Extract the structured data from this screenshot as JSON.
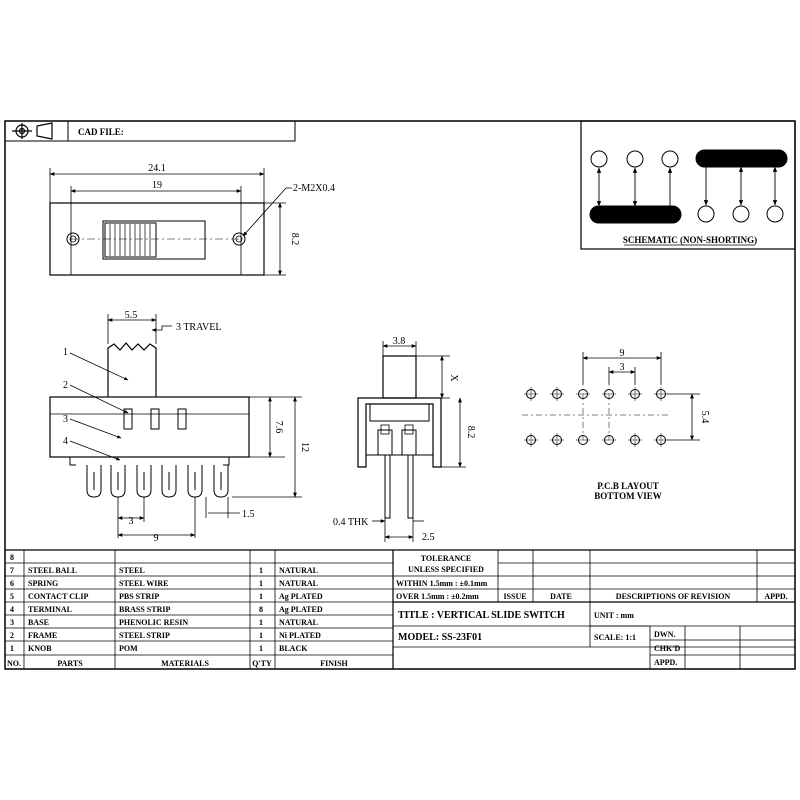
{
  "header": {
    "cad_file_label": "CAD FILE:"
  },
  "top_view": {
    "width_overall": "24.1",
    "width_holes": "19",
    "hole_callout": "2-M2X0.4",
    "height": "8.2"
  },
  "schematic": {
    "caption": "SCHEMATIC (NON-SHORTING)"
  },
  "side_view": {
    "knob_width": "5.5",
    "travel": "3 TRAVEL",
    "body_height": "7.6",
    "total_height": "12",
    "pitch": "3",
    "span": "9",
    "pin_dim": "1.5",
    "callouts": [
      "1",
      "2",
      "3",
      "4"
    ]
  },
  "end_view": {
    "knob_width": "3.8",
    "knob_x": "X",
    "height": "8.2",
    "thickness": "0.4 THK",
    "pin_span": "2.5"
  },
  "pcb": {
    "span": "9",
    "pitch": "3",
    "row_spacing": "5.4",
    "caption_line1": "P.C.B LAYOUT",
    "caption_line2": "BOTTOM VIEW"
  },
  "bom": {
    "headers": [
      "NO.",
      "PARTS",
      "MATERIALS",
      "Q'TY",
      "FINISH"
    ],
    "rows": [
      [
        "8",
        "",
        "",
        "",
        ""
      ],
      [
        "7",
        "STEEL BALL",
        "STEEL",
        "1",
        "NATURAL"
      ],
      [
        "6",
        "SPRING",
        "STEEL WIRE",
        "1",
        "NATURAL"
      ],
      [
        "5",
        "CONTACT CLIP",
        "PBS STRIP",
        "1",
        "Ag PLATED"
      ],
      [
        "4",
        "TERMINAL",
        "BRASS STRIP",
        "8",
        "Ag PLATED"
      ],
      [
        "3",
        "BASE",
        "PHENOLIC RESIN",
        "1",
        "NATURAL"
      ],
      [
        "2",
        "FRAME",
        "STEEL STRIP",
        "1",
        "Ni PLATED"
      ],
      [
        "1",
        "KNOB",
        "POM",
        "1",
        "BLACK"
      ]
    ]
  },
  "tolerance": {
    "title": "TOLERANCE",
    "subtitle": "UNLESS SPECIFIED",
    "line1": "WITHIN 1.5mm : ±0.1mm",
    "line2": "OVER 1.5mm : ±0.2mm"
  },
  "revision": {
    "issue": "ISSUE",
    "date": "DATE",
    "descriptions": "DESCRIPTIONS OF REVISION",
    "appd": "APPD."
  },
  "title_block": {
    "title": "TITLE :  VERTICAL SLIDE SWITCH",
    "unit": "UNIT :  mm",
    "model": "MODEL:  SS-23F01",
    "scale": "SCALE:  1:1",
    "dwn": "DWN.",
    "chkd": "CHK'D",
    "appd": "APPD."
  }
}
